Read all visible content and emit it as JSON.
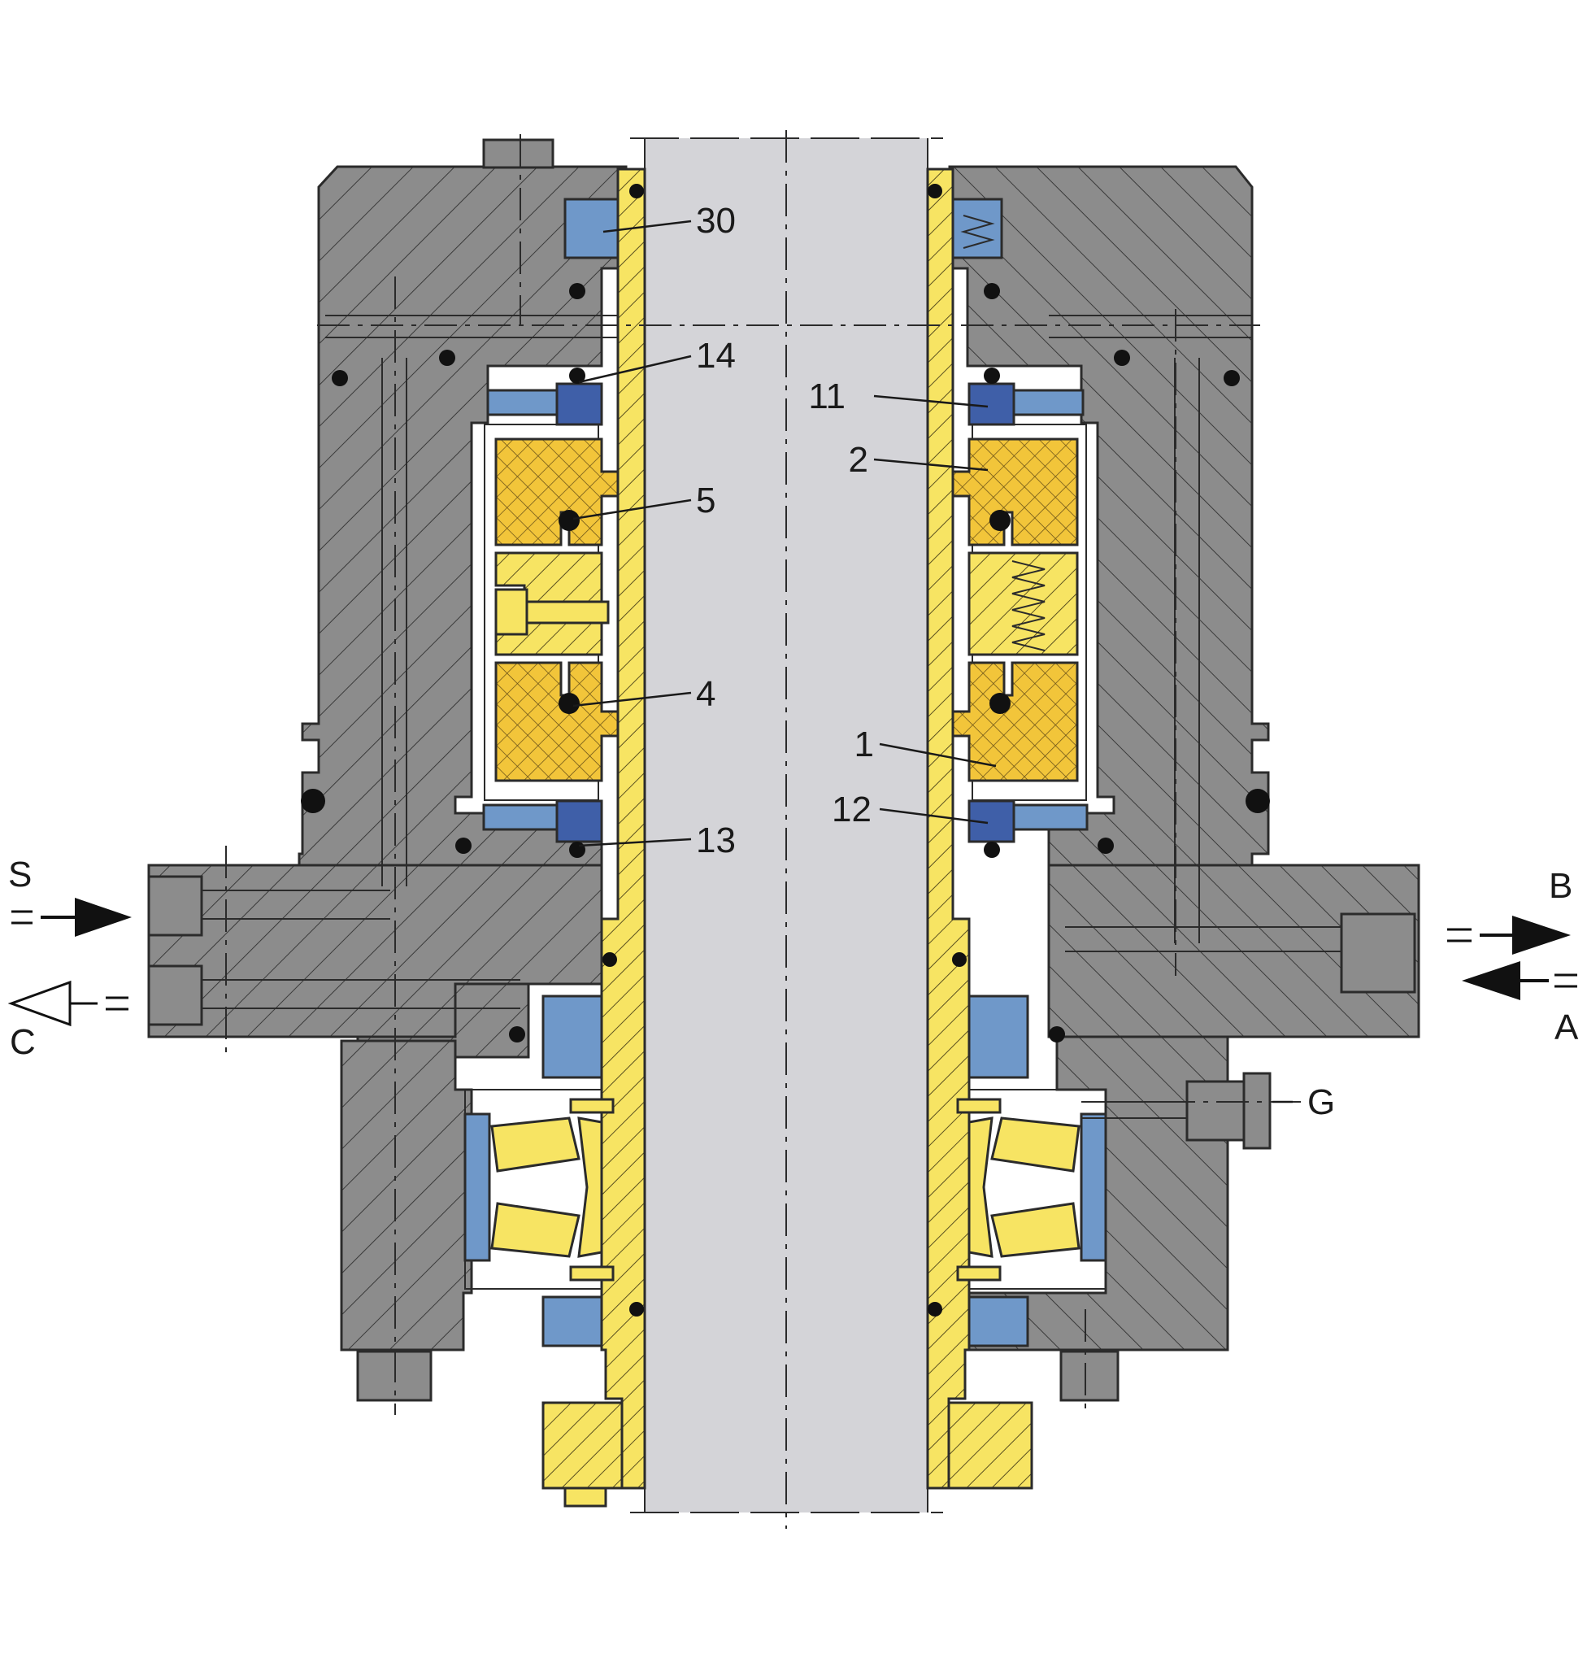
{
  "diagram": {
    "labels": {
      "l30": "30",
      "l14": "14",
      "l5": "5",
      "l4": "4",
      "l13": "13",
      "l11": "11",
      "l2": "2",
      "l1": "1",
      "l12": "12",
      "portS": "S",
      "portC": "C",
      "portB": "B",
      "portA": "A",
      "portG": "G"
    },
    "colors": {
      "housing": "#8c8c8c",
      "housing_dark": "#6e6e6e",
      "shaft": "#d4d4d8",
      "brass": "#f7e463",
      "steel_blue": "#6f98c9",
      "dark_blue": "#3f5fa8",
      "seal": "#111111",
      "outline": "#2b2b2b"
    }
  }
}
